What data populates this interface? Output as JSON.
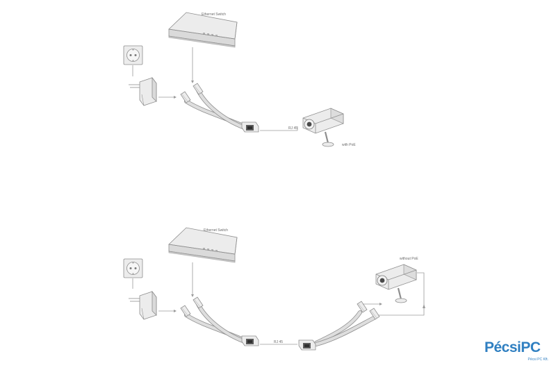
{
  "diagram": {
    "top": {
      "switch_label": "Ethernet Switch",
      "cable_label": "RJ 45",
      "camera_label": "with PoE"
    },
    "bottom": {
      "switch_label": "Ethernet Switch",
      "cable_label": "RJ 45",
      "camera_label": "without PoE"
    }
  },
  "logo": {
    "name": "PécsiPC",
    "subtitle": "Pécsi PC Kft."
  },
  "colors": {
    "line": "#9a9a9a",
    "device_body": "#ececec",
    "logo_blue": "#2f7fc1"
  },
  "icons": [
    "wall-socket-icon",
    "power-adapter-icon",
    "ethernet-switch-icon",
    "poe-splitter-icon",
    "ip-camera-icon"
  ]
}
